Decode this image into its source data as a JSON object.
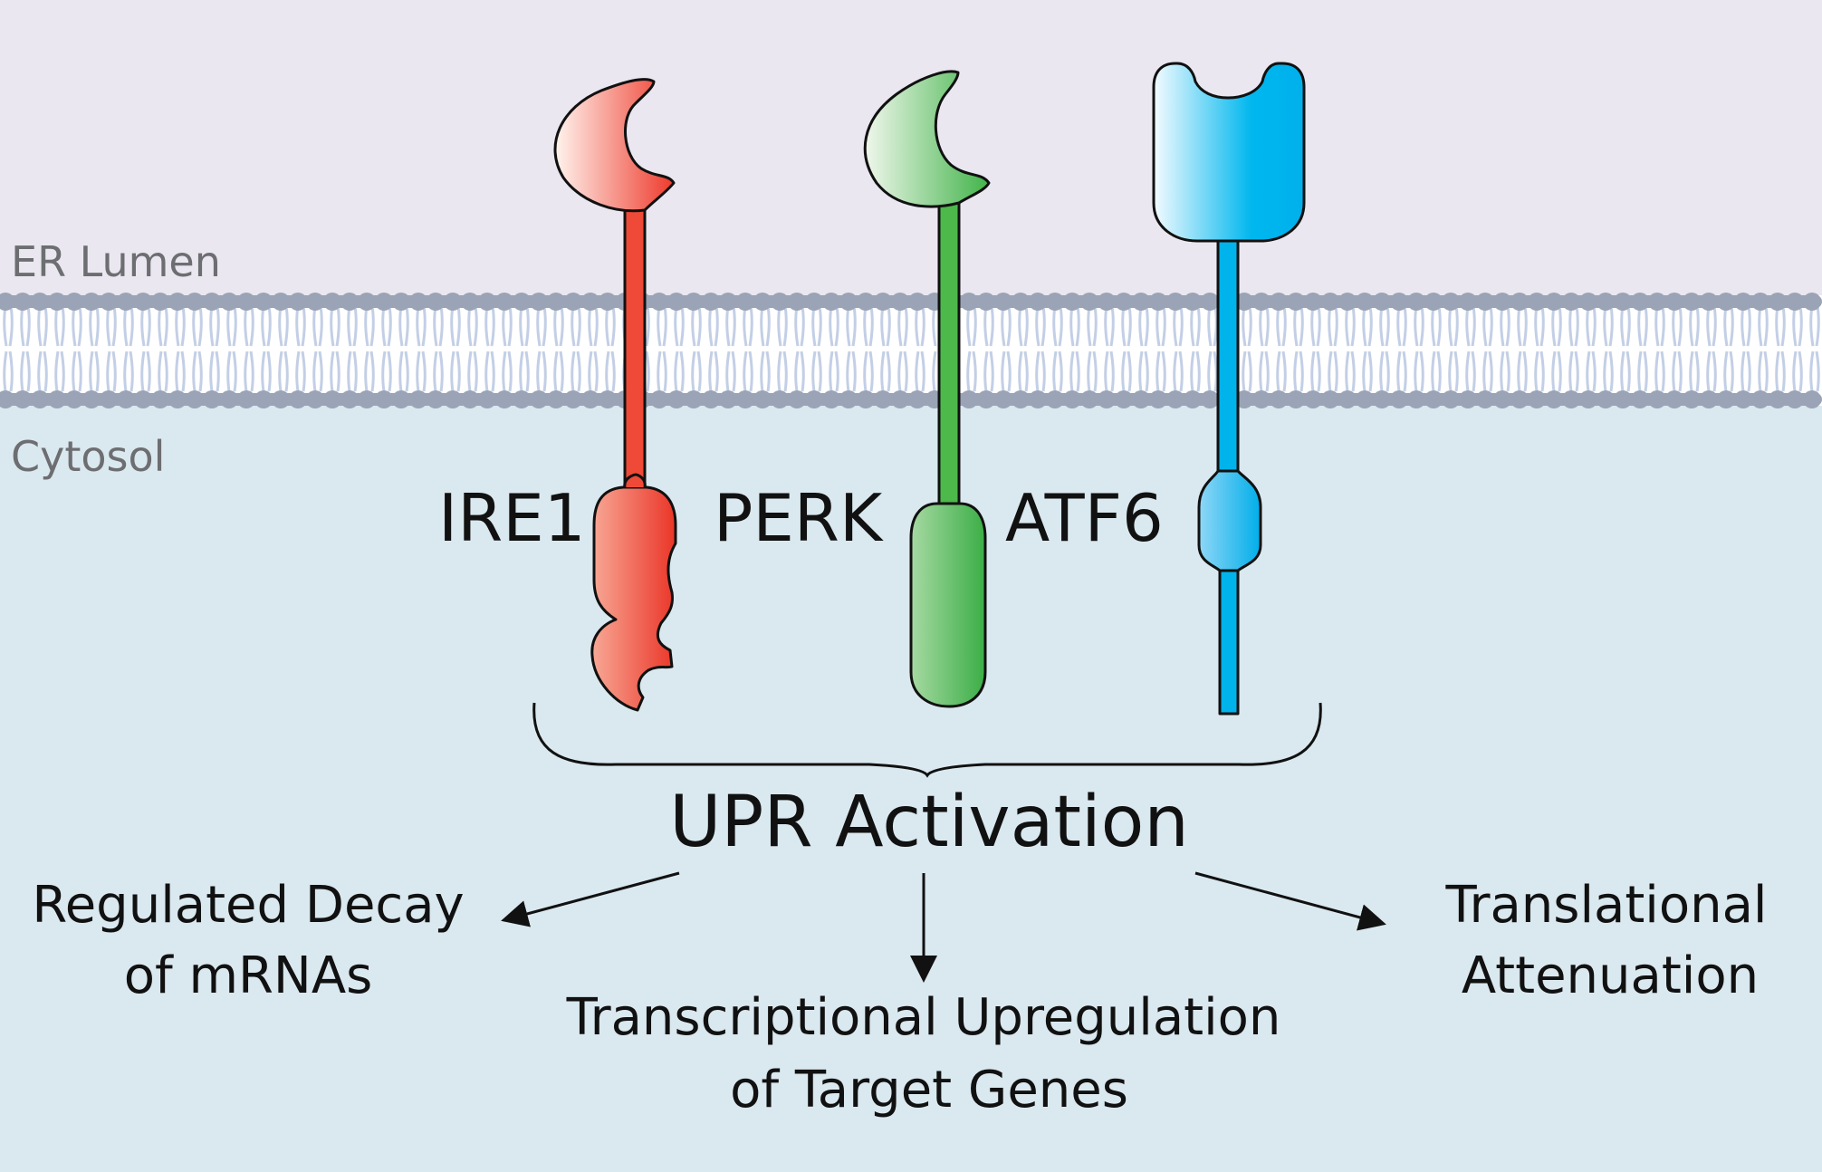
{
  "regions": {
    "lumen": "ER Lumen",
    "cytosol": "Cytosol"
  },
  "sensors": {
    "ire1": "IRE1",
    "perk": "PERK",
    "atf6": "ATF6"
  },
  "activation": "UPR Activation",
  "outcomes": {
    "left": {
      "line1": "Regulated Decay",
      "line2": "of mRNAs"
    },
    "center": {
      "line1": "Transcriptional Upregulation",
      "line2": "of Target Genes"
    },
    "right": {
      "line1": "Translational",
      "line2": "Attenuation"
    }
  },
  "colors": {
    "lumen_bg": "#eae7f0",
    "cytosol_bg": "#dae8ef",
    "membrane_head": "#9aa4b6",
    "membrane_tail": "#c3cfe6",
    "ire1": "#ef4a37",
    "perk": "#4cb94a",
    "atf6": "#00b3ea",
    "text": "#111111",
    "region_text": "#6d6e71"
  }
}
